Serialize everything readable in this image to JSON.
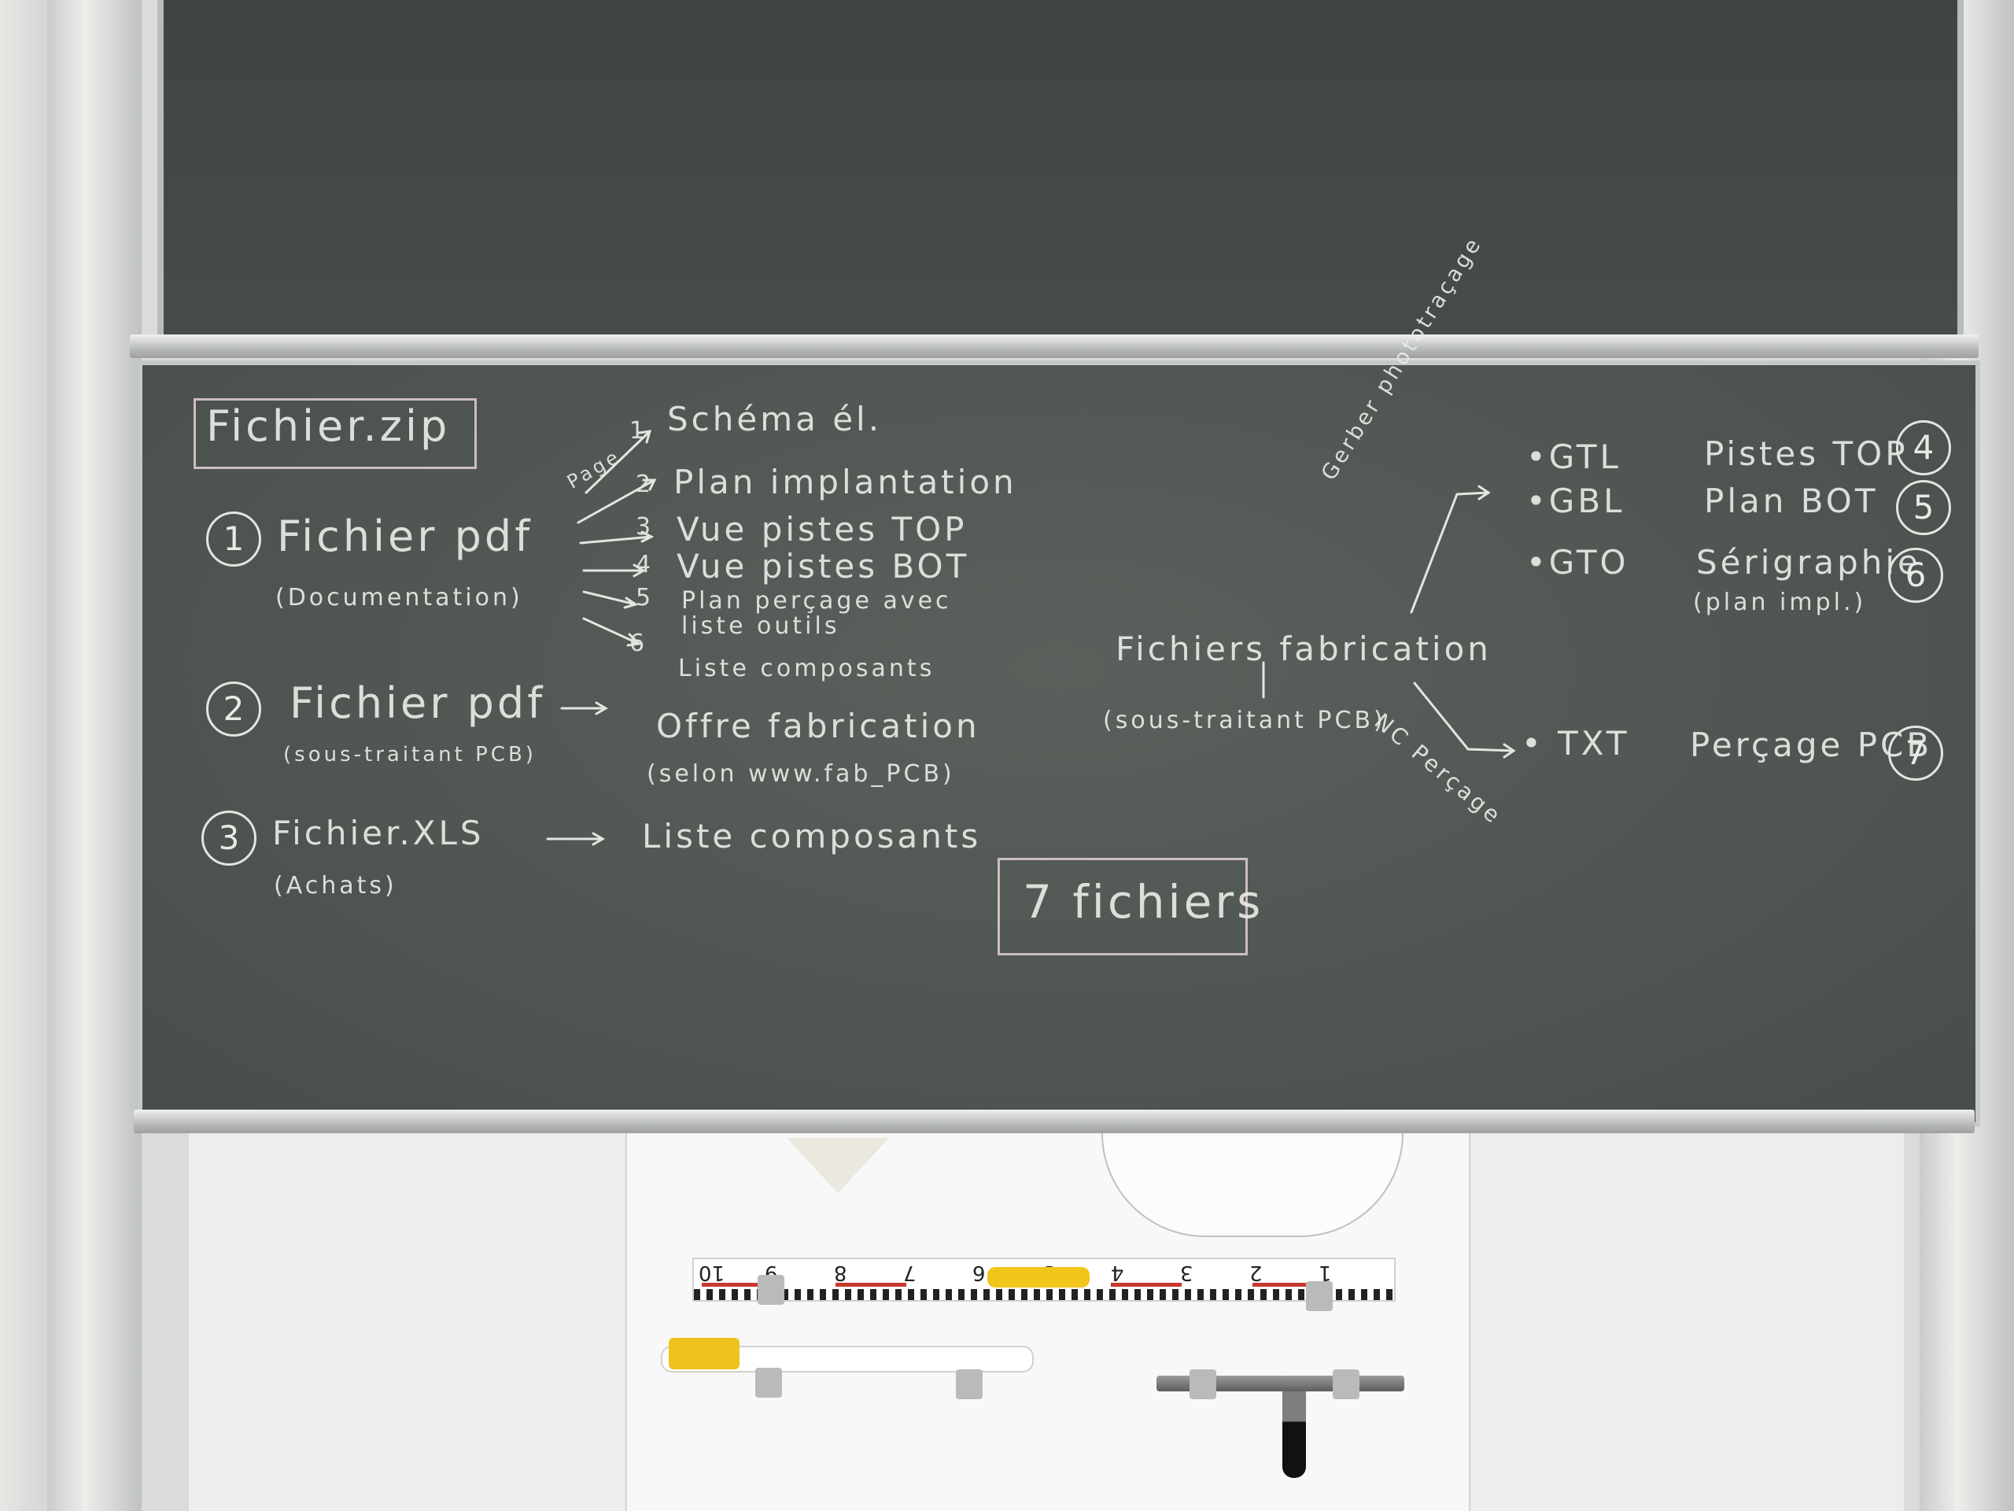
{
  "board": {
    "zip_title": "Fichier.zip",
    "item1": {
      "number": "1",
      "title": "Fichier pdf",
      "subtitle": "(Documentation)"
    },
    "page_label": "Page",
    "pages": [
      {
        "num": "1",
        "text": "Schéma él."
      },
      {
        "num": "2",
        "text": "Plan implantation"
      },
      {
        "num": "3",
        "text": "Vue pistes TOP"
      },
      {
        "num": "4",
        "text": "Vue pistes BOT"
      },
      {
        "num": "5",
        "text": "Plan perçage avec"
      },
      {
        "num": "",
        "text": "liste outils"
      },
      {
        "num": "6",
        "text": "Liste composants"
      }
    ],
    "item2": {
      "number": "2",
      "title": "Fichier pdf",
      "subtitle": "(sous-traitant PCB)",
      "target": "Offre fabrication",
      "target_note": "(selon www.fab_PCB)"
    },
    "item3": {
      "number": "3",
      "title": "Fichier.XLS",
      "subtitle": "(Achats)",
      "target": "Liste composants"
    },
    "fabrication": {
      "title": "Fichiers fabrication",
      "subtitle": "(sous-traitant PCB)"
    },
    "branch_top_label": "Gerber phototraçage",
    "branch_bottom_label": "NC Perçage",
    "outputs": [
      {
        "ext": "•GTL",
        "desc": "Pistes TOP",
        "number": "4"
      },
      {
        "ext": "•GBL",
        "desc": "Plan BOT",
        "number": "5"
      },
      {
        "ext": "•GTO",
        "desc": "Sérigraphie",
        "note": "(plan impl.)",
        "number": "6"
      },
      {
        "ext": "• TXT",
        "desc": "Perçage PCB",
        "number": "7"
      }
    ],
    "total": "7 fichiers"
  },
  "ruler": {
    "numbers": [
      "10",
      "9",
      "8",
      "7",
      "6",
      "5",
      "4",
      "3",
      "2",
      "1"
    ]
  },
  "colors": {
    "board": "#4f5551",
    "chalk": "#e8eae6",
    "box_chalk": "#d9c9cc",
    "tool_yellow": "#f2c51a"
  }
}
